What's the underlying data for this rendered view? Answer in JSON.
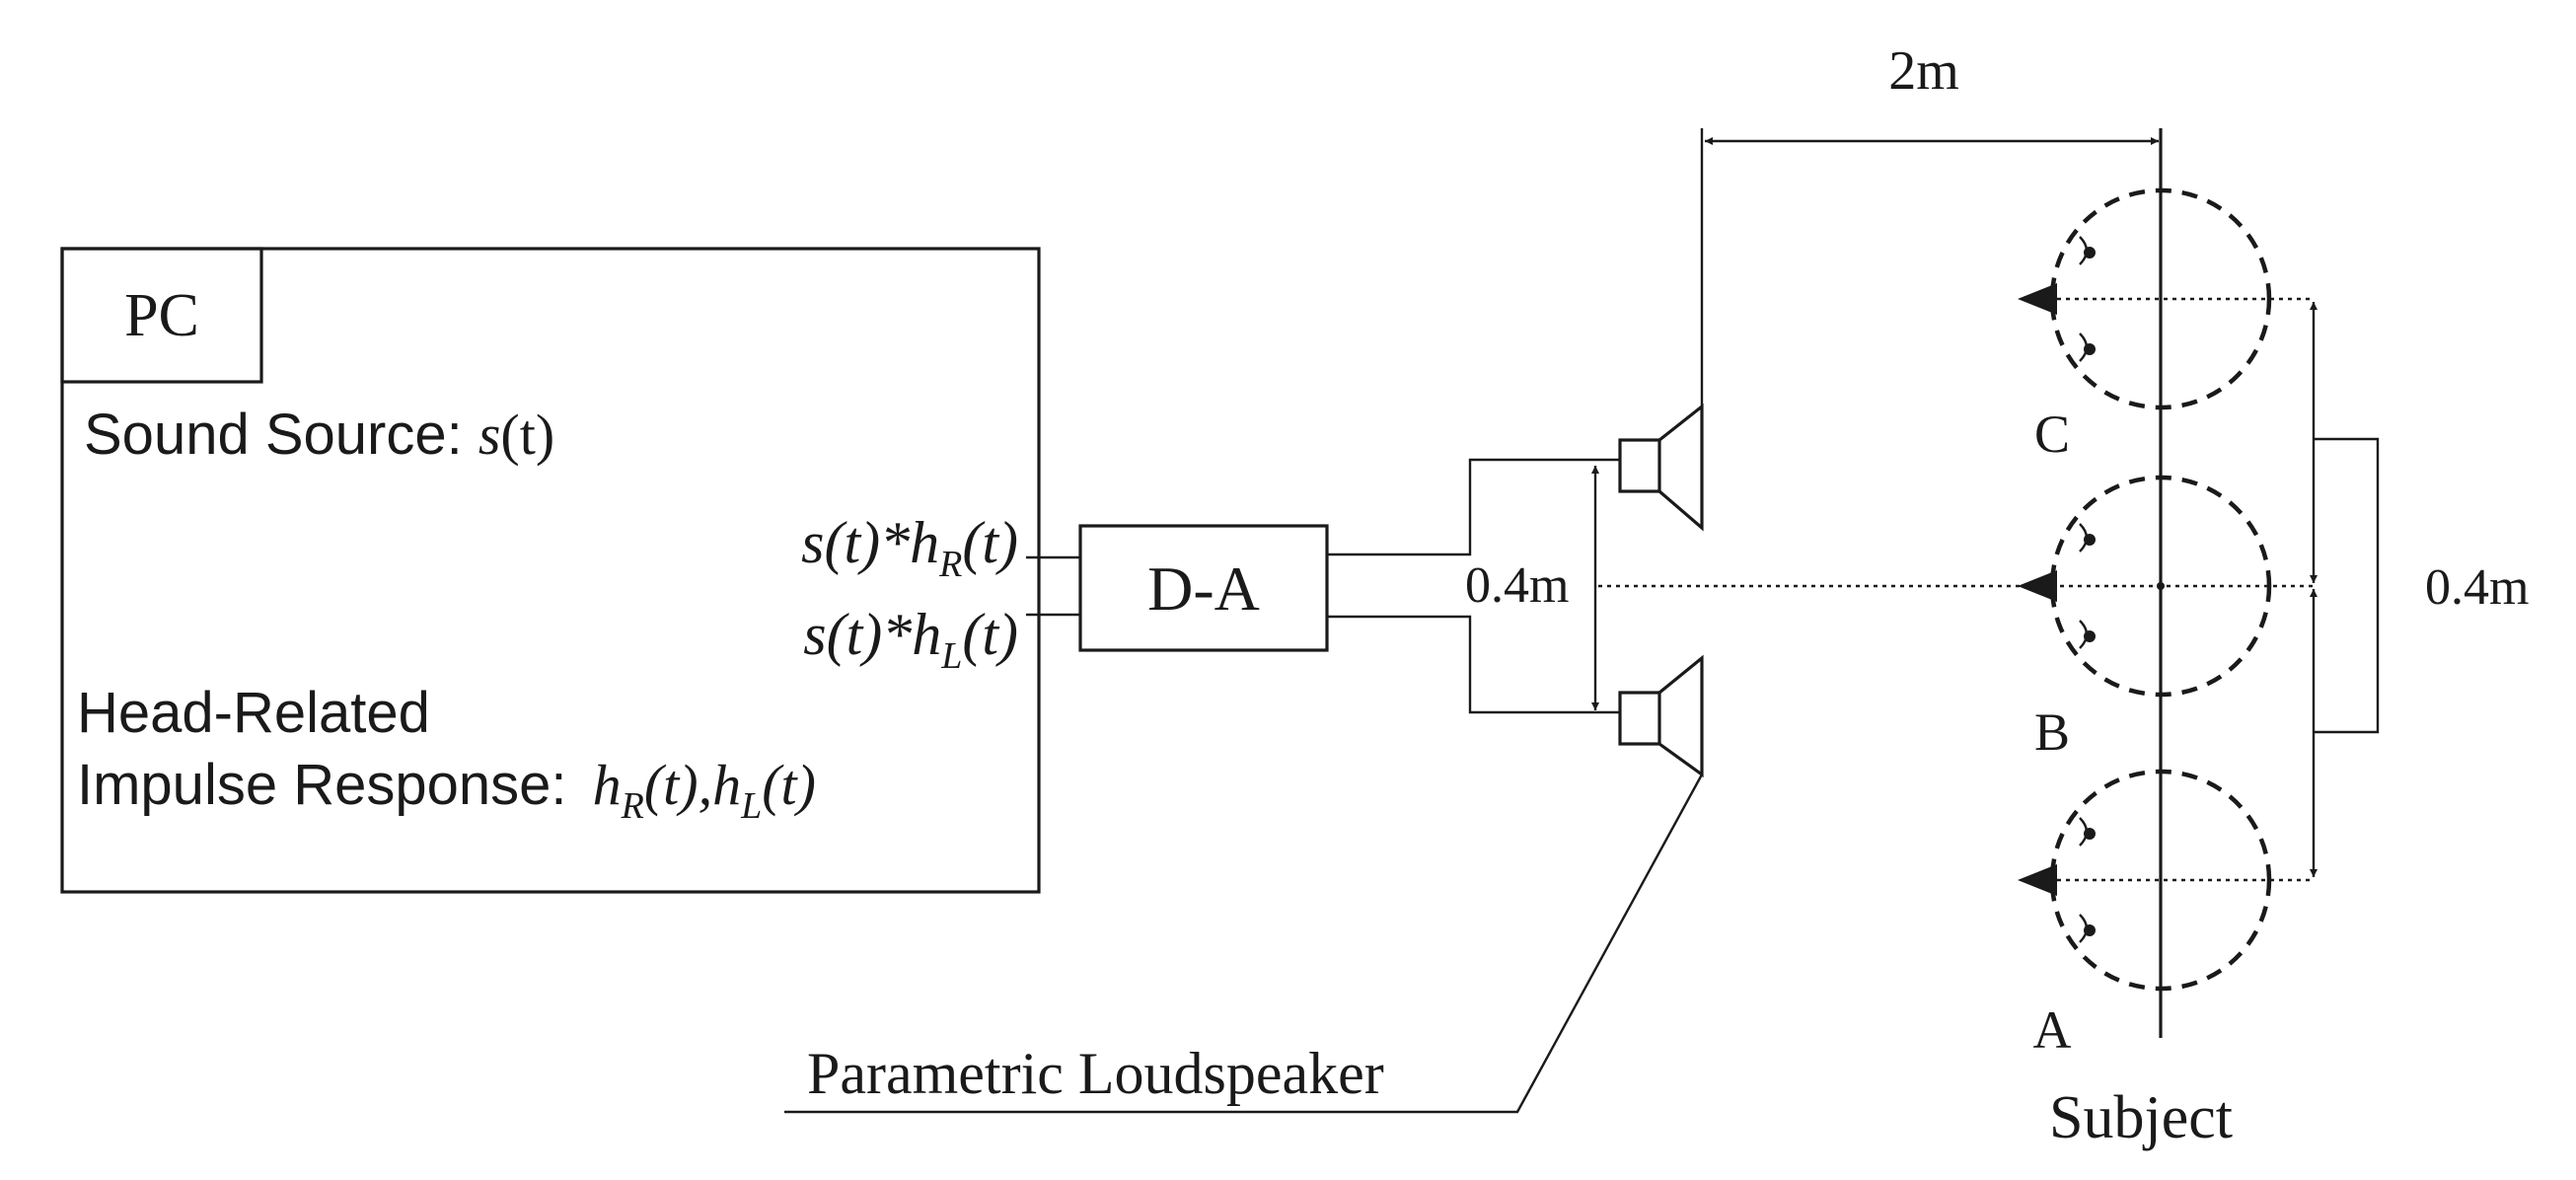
{
  "pc": {
    "label": "PC",
    "sound_source_label": "Sound Source: ",
    "sound_source_fn": "s",
    "sound_source_arg": "(t)",
    "hrir_line1": "Head-Related",
    "hrir_line2": "Impulse Response: ",
    "out_right_prefix": "s(t)*h",
    "out_right_sub": "R",
    "out_right_suffix": "(t)",
    "out_left_prefix": "s(t)*h",
    "out_left_sub": "L",
    "out_left_suffix": "(t)",
    "hrir_h1": "h",
    "hrir_sub1": "R",
    "hrir_mid": "(t),",
    "hrir_h2": "h",
    "hrir_sub2": "L",
    "hrir_end": "(t)"
  },
  "converter": {
    "label": "D-A"
  },
  "dimensions": {
    "distance": "2m",
    "speaker_spacing": "0.4m",
    "position_spacing": "0.4m"
  },
  "loudspeaker": {
    "label": "Parametric Loudspeaker"
  },
  "subject": {
    "label": "Subject",
    "positions": [
      "C",
      "B",
      "A"
    ]
  }
}
